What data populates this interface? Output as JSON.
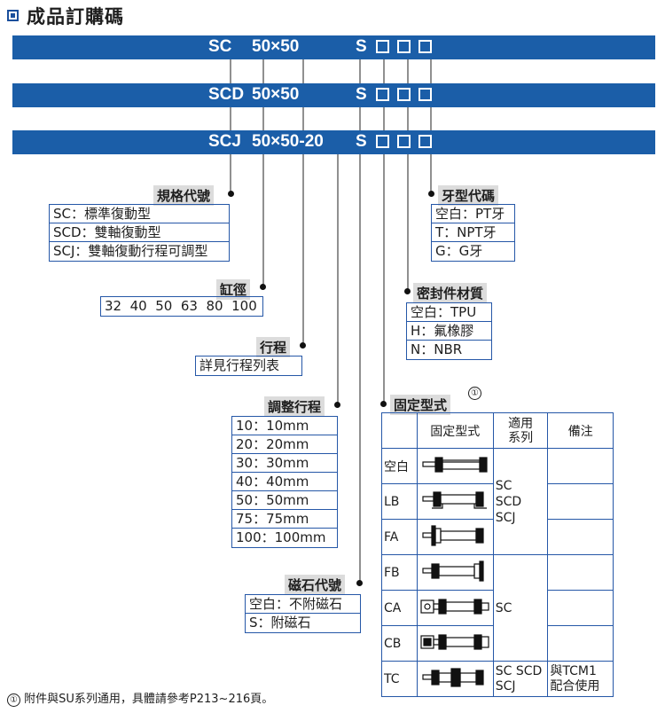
{
  "title": "成品訂購碼",
  "colors": {
    "bar": "#1b5ea8",
    "box_border": "#2557a7",
    "label_bg": "#dcdcdc"
  },
  "codes": {
    "row1": {
      "series": "SC",
      "bore_x_stroke": "50×50",
      "magnet": "S"
    },
    "row2": {
      "series": "SCD",
      "bore_x_stroke": "50×50",
      "magnet": "S"
    },
    "row3": {
      "series": "SCJ",
      "bore_x_stroke": "50×50-20",
      "magnet": "S"
    }
  },
  "spec": {
    "label": "規格代號",
    "items": [
      "SC：標準復動型",
      "SCD：雙軸復動型",
      "SCJ：雙軸復動行程可調型"
    ]
  },
  "bore": {
    "label": "缸徑",
    "values": "32  40  50  63  80  100"
  },
  "stroke": {
    "label": "行程",
    "value": "詳見行程列表"
  },
  "adjust": {
    "label": "調整行程",
    "items": [
      "10：10mm",
      "20：20mm",
      "30：30mm",
      "40：40mm",
      "50：50mm",
      "75：75mm",
      "100：100mm"
    ]
  },
  "magnet": {
    "label": "磁石代號",
    "items": [
      "空白：不附磁石",
      "S：附磁石"
    ]
  },
  "thread": {
    "label": "牙型代碼",
    "items": [
      "空白：PT牙",
      "T：NPT牙",
      "G：G牙"
    ]
  },
  "seal": {
    "label": "密封件材質",
    "items": [
      "空白：TPU",
      "H：氟橡膠",
      "N：NBR"
    ]
  },
  "mount": {
    "label": "固定型式",
    "note_mark": "①",
    "headers": {
      "type": "固定型式",
      "series": "適用系列",
      "remark": "備注"
    },
    "rows": [
      {
        "code": "空白",
        "icon": "cylinder-basic-icon"
      },
      {
        "code": "LB",
        "icon": "cylinder-foot-icon"
      },
      {
        "code": "FA",
        "icon": "cylinder-front-flange-icon"
      },
      {
        "code": "FB",
        "icon": "cylinder-rear-flange-icon"
      },
      {
        "code": "CA",
        "icon": "cylinder-single-clevis-icon"
      },
      {
        "code": "CB",
        "icon": "cylinder-double-clevis-icon"
      },
      {
        "code": "TC",
        "icon": "cylinder-trunnion-icon"
      }
    ],
    "series_group1": [
      "SC",
      "SCD",
      "SCJ"
    ],
    "series_group2": "SC",
    "series_group3": [
      "SC SCD",
      "SCJ"
    ],
    "remark_tc": [
      "與TCM1",
      "配合使用"
    ]
  },
  "footnote": {
    "mark": "①",
    "text": "附件與SU系列通用，具體請參考P213~216頁。"
  }
}
